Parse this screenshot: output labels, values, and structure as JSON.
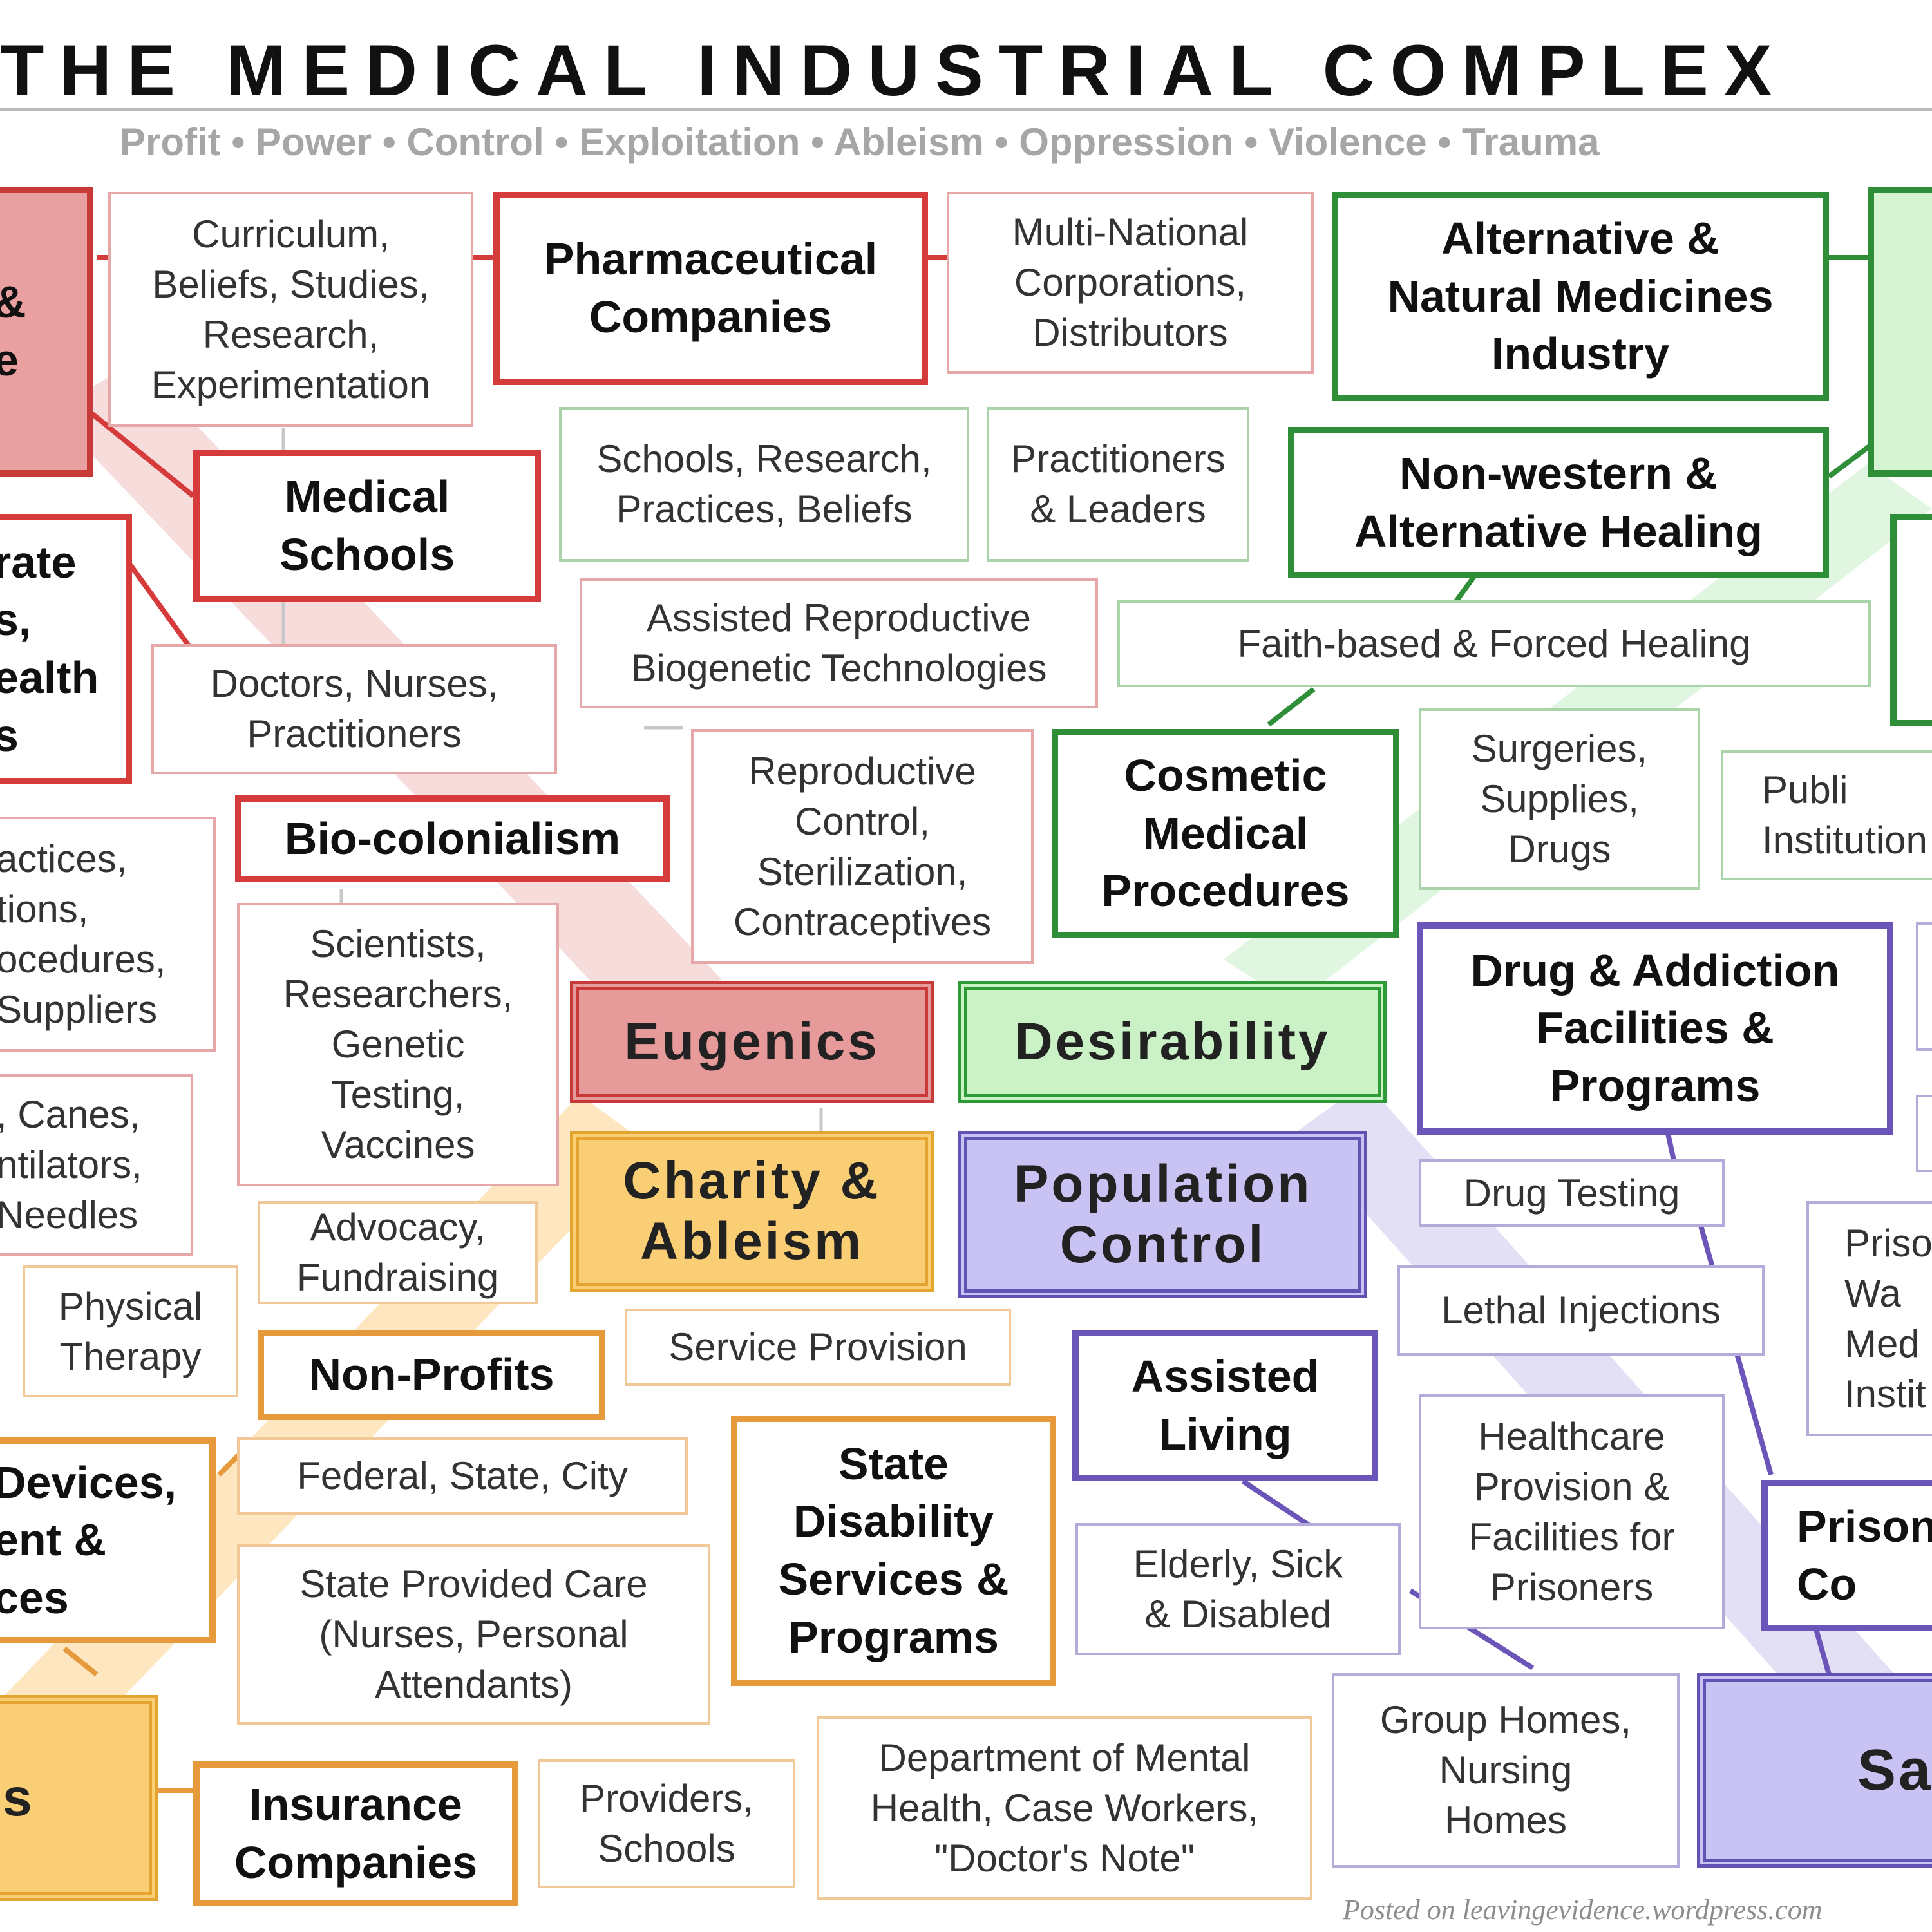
{
  "header": {
    "title": "THE MEDICAL INDUSTRIAL COMPLEX",
    "subtitle": "Profit • Power • Control • Exploitation • Ableism • Oppression • Violence • Trauma"
  },
  "footer": {
    "credit": "Posted on leavingevidence.wordpress.com"
  },
  "colors": {
    "red": "#d53b3b",
    "green": "#2f8f38",
    "purple": "#6b55b8",
    "orange": "#e79a3b",
    "eugenics_fill": "#e79a9a",
    "desirability_fill": "#caf2c6",
    "charity_fill": "#f9ce74",
    "population_fill": "#c9c3f4"
  },
  "center": {
    "eugenics": "Eugenics",
    "desirability": "Desirability",
    "charity": "Charity &\nAbleism",
    "population": "Population\nControl"
  },
  "red": {
    "left_top_partial": "&\ne",
    "left_mid_partial": "rate\ns,\nealth\ns",
    "curriculum": "Curriculum,\nBeliefs, Studies,\nResearch,\nExperimentation",
    "pharma": "Pharmaceutical\nCompanies",
    "multinational": "Multi-National\nCorporations,\nDistributors",
    "medical_schools": "Medical\nSchools",
    "doctors": "Doctors, Nurses,\nPractitioners",
    "biocolonialism": "Bio-colonialism",
    "assisted_repro": "Assisted Reproductive\nBiogenetic Technologies",
    "repro_control": "Reproductive\nControl,\nSterilization,\nContraceptives",
    "scientists": "Scientists,\nResearchers,\nGenetic\nTesting,\nVaccines",
    "practices_partial": "actices,\ntions,\nocedures,\nSuppliers",
    "canes_partial": ", Canes,\nntilators,\nNeedles"
  },
  "green": {
    "alternative": "Alternative &\nNatural Medicines\nIndustry",
    "nonwestern": "Non-western &\nAlternative Healing",
    "schools_research": "Schools, Research,\nPractices, Beliefs",
    "practitioners": "Practitioners\n& Leaders",
    "faith": "Faith-based & Forced Healing",
    "cosmetic": "Cosmetic\nMedical\nProcedures",
    "surgeries": "Surgeries,\nSupplies,\nDrugs",
    "public_partial": "Publi\nInstitution"
  },
  "purple": {
    "drug_addiction": "Drug & Addiction\nFacilities &\nPrograms",
    "drug_testing": "Drug Testing",
    "lethal": "Lethal Injections",
    "prison_partial": "Priso\nWa\nMed\nInstit",
    "assisted_living": "Assisted\nLiving",
    "healthcare_prisoners": "Healthcare\nProvision &\nFacilities for\nPrisoners",
    "prisons_partial": "Prison\nCo",
    "elderly": "Elderly, Sick\n& Disabled",
    "group_homes": "Group Homes,\nNursing\nHomes",
    "sa_partial": "Sa"
  },
  "orange": {
    "advocacy": "Advocacy,\nFundraising",
    "physical_therapy": "Physical\nTherapy",
    "nonprofits": "Non-Profits",
    "service": "Service Provision",
    "devices_partial": "Devices,\nent &\nces",
    "federal": "Federal, State, City",
    "state_disability": "State\nDisability\nServices &\nPrograms",
    "state_care": "State Provided Care\n(Nurses, Personal\nAttendants)",
    "s_partial": "s",
    "insurance": "Insurance\nCompanies",
    "providers": "Providers,\nSchools",
    "dept_mental": "Department of Mental\nHealth, Case Workers,\n\"Doctor's Note\""
  }
}
